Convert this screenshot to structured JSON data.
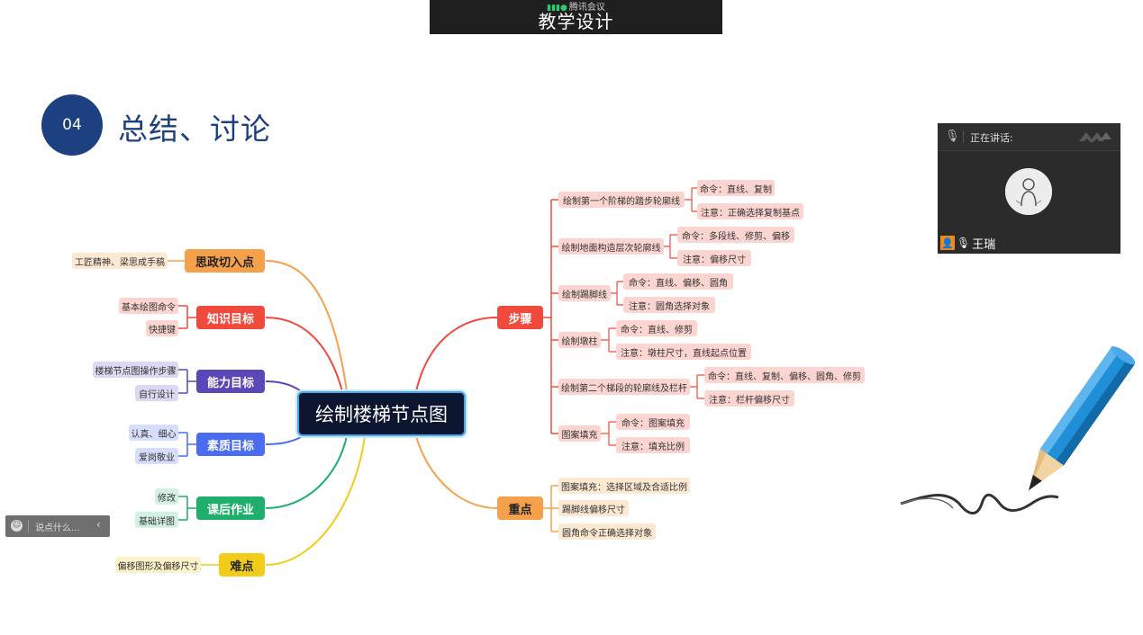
{
  "meeting": {
    "app_name": "腾讯会议",
    "banner_title": "教学设计"
  },
  "section": {
    "number": "04",
    "title": "总结、讨论"
  },
  "mindmap": {
    "center": "绘制楼梯节点图",
    "left": [
      {
        "label": "思政切入点",
        "color": "#f5a04a",
        "leaves": [
          "工匠精神、梁思成手稿"
        ]
      },
      {
        "label": "知识目标",
        "color": "#f04a3c",
        "leaves": [
          "基本绘图命令",
          "快捷键"
        ]
      },
      {
        "label": "能力目标",
        "color": "#5b47b8",
        "leaves": [
          "楼梯节点图操作步骤",
          "自行设计"
        ]
      },
      {
        "label": "素质目标",
        "color": "#4a6cf0",
        "leaves": [
          "认真、细心",
          "爱岗敬业"
        ]
      },
      {
        "label": "课后作业",
        "color": "#1fae6b",
        "leaves": [
          "修改",
          "基础详图"
        ]
      },
      {
        "label": "难点",
        "color": "#f2cc1a",
        "leaves": [
          "偏移图形及偏移尺寸"
        ]
      }
    ],
    "right": [
      {
        "label": "步骤",
        "color": "#f04a3c",
        "steps": [
          {
            "label": "绘制第一个阶梯的踏步轮廓线",
            "children": [
              "命令：直线、复制",
              "注意：正确选择复制基点"
            ]
          },
          {
            "label": "绘制地面构造层次轮廓线",
            "children": [
              "命令：多段线、修剪、偏移",
              "注意：偏移尺寸"
            ]
          },
          {
            "label": "绘制踢脚线",
            "children": [
              "命令：直线、偏移、圆角",
              "注意：圆角选择对象"
            ]
          },
          {
            "label": "绘制墩柱",
            "children": [
              "命令：直线、修剪",
              "注意：墩柱尺寸，直线起点位置"
            ]
          },
          {
            "label": "绘制第二个梯段的轮廓线及栏杆",
            "children": [
              "命令：直线、复制、偏移、圆角、修剪",
              "注意：栏杆偏移尺寸"
            ]
          },
          {
            "label": "图案填充",
            "children": [
              "命令：图案填充",
              "注意：填充比例"
            ]
          }
        ]
      },
      {
        "label": "重点",
        "color": "#f5a04a",
        "leaves": [
          "图案填充：选择区域及合适比例",
          "踢脚线偏移尺寸",
          "圆角命令正确选择对象"
        ]
      }
    ]
  },
  "video_panel": {
    "speaking_label": "正在讲话:",
    "participant_name": "王瑞"
  },
  "chat_input": {
    "placeholder": "说点什么..."
  },
  "icons": [
    "signal-icon",
    "microphone-icon",
    "person-icon",
    "emoji-icon",
    "collapse-arrow-icon",
    "pencil-illustration"
  ]
}
